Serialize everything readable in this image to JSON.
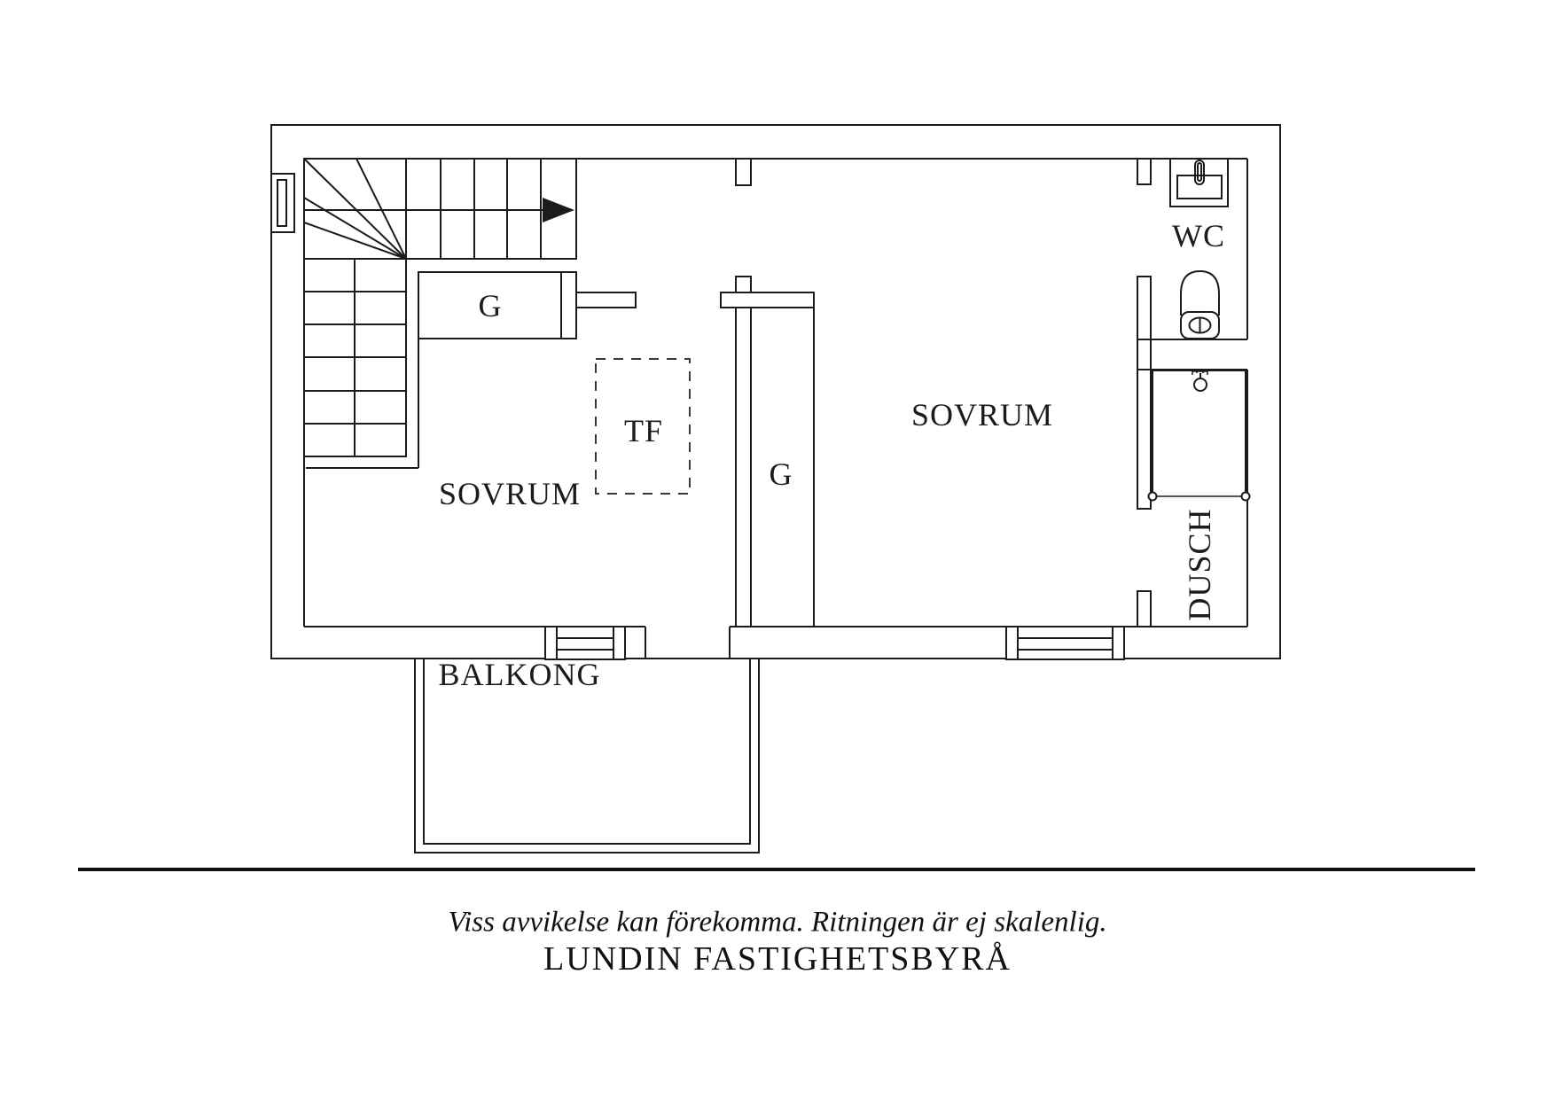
{
  "floor_plan": {
    "rooms": {
      "bedroom_left": "SOVRUM",
      "bedroom_right": "SOVRUM",
      "wc": "WC",
      "shower": "DUSCH",
      "balcony": "BALKONG",
      "wardrobe_left": "G",
      "wardrobe_right": "G",
      "tf_zone": "TF"
    },
    "icons": {
      "stairs": "stairs-with-winders",
      "stairs_direction": "arrow-right",
      "wc_fixtures": [
        "sink-icon",
        "toilet-icon"
      ],
      "shower_fixtures": [
        "shower-head-icon",
        "shower-curtain-line"
      ]
    },
    "colors": {
      "line": "#1b1b1b",
      "dashed_line": "#3a3a3a",
      "background": "#ffffff",
      "footer_line": "#111111"
    }
  },
  "footer": {
    "disclaimer": "Viss avvikelse kan förekomma. Ritningen är ej skalenlig.",
    "brand": "LUNDIN FASTIGHETSBYRÅ"
  }
}
